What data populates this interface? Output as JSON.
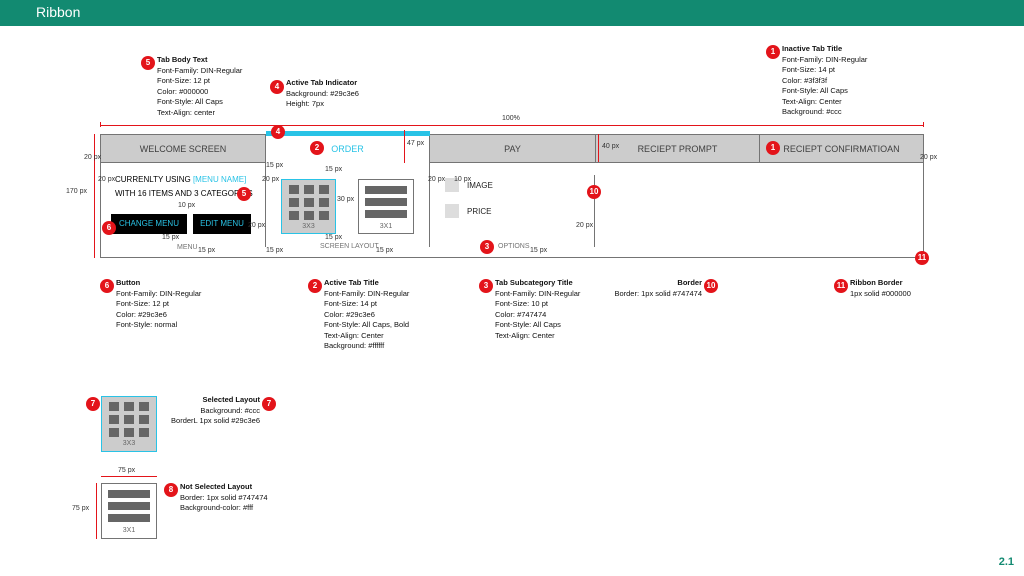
{
  "header": {
    "title": "Ribbon"
  },
  "page_number": "2.1",
  "tabs": [
    {
      "label": "WELCOME SCREEN",
      "state": "inactive"
    },
    {
      "label": "ORDER",
      "state": "active"
    },
    {
      "label": "PAY",
      "state": "inactive"
    },
    {
      "label": "RECIEPT PROMPT",
      "state": "inactive"
    },
    {
      "label": "RECIEPT CONFIRMATIOAN",
      "state": "inactive"
    }
  ],
  "body": {
    "line1_prefix": "CURRENLTY USING",
    "menu_name": "[MENU NAME]",
    "line2": "WITH 16 ITEMS AND 3 CATEGORIES",
    "change_menu": "CHANGE MENU",
    "edit_menu": "EDIT MENU",
    "menu_label": "MENU",
    "screen_layout_label": "SCREEN LAYOUT",
    "options_label": "OPTIONS",
    "layout_3x3": "3X3",
    "layout_3x1": "3X1",
    "option_image": "IMAGE",
    "option_price": "PRICE"
  },
  "measurements": {
    "width_100": "100%",
    "h_170": "170 px",
    "h_47": "47 px",
    "h_40": "40 px",
    "p20": "20 px",
    "p15": "15 px",
    "p10": "10 px",
    "p30": "30 px",
    "w75": "75 px",
    "h75": "75 px"
  },
  "annotations": {
    "tab_body_text": {
      "num": "5",
      "title": "Tab Body Text",
      "lines": [
        "Font-Family: DIN-Regular",
        "Font-Size: 12 pt",
        "Color: #000000",
        "Font-Style: All Caps",
        "Text-Align: center"
      ]
    },
    "active_tab_indicator": {
      "num": "4",
      "title": "Active Tab Indicator",
      "lines": [
        "Background: #29c3e6",
        "Height: 7px"
      ]
    },
    "inactive_tab_title": {
      "num": "1",
      "title": "Inactive Tab Title",
      "lines": [
        "Font-Family: DIN-Regular",
        "Font-Size: 14 pt",
        "Color: #3f3f3f",
        "Font-Style: All Caps",
        "Text-Align: Center",
        "Background: #ccc"
      ]
    },
    "button": {
      "num": "6",
      "title": "Button",
      "lines": [
        "Font-Family: DIN-Regular",
        "Font-Size: 12 pt",
        "Color: #29c3e6",
        "Font-Style: normal"
      ]
    },
    "active_tab_title": {
      "num": "2",
      "title": "Active Tab Title",
      "lines": [
        "Font-Family: DIN-Regular",
        "Font-Size: 14 pt",
        "Color: #29c3e6",
        "Font-Style: All Caps, Bold",
        "Text-Align: Center",
        "Background: #ffffff"
      ]
    },
    "tab_subcategory_title": {
      "num": "3",
      "title": "Tab Subcategory Title",
      "lines": [
        "Font-Family: DIN-Regular",
        "Font-Size: 10 pt",
        "Color: #747474",
        "Font-Style: All Caps",
        "Text-Align: Center"
      ]
    },
    "border": {
      "num": "10",
      "title": "Border",
      "lines": [
        "Border: 1px solid #747474"
      ]
    },
    "ribbon_border": {
      "num": "11",
      "title": "Ribbon Border",
      "lines": [
        "1px solid #000000"
      ]
    },
    "selected_layout": {
      "num": "7",
      "title": "Selected Layout",
      "lines": [
        "Background: #ccc",
        "BorderL 1px solid #29c3e6"
      ]
    },
    "not_selected_layout": {
      "num": "8",
      "title": "Not Selected Layout",
      "lines": [
        "Border: 1px solid #747474",
        "Background-color: #fff"
      ]
    }
  },
  "colors": {
    "header_bg": "#128a71",
    "accent": "#29c3e6",
    "inactive_tab_bg": "#cccccc",
    "border": "#747474",
    "badge": "#e3141a"
  }
}
